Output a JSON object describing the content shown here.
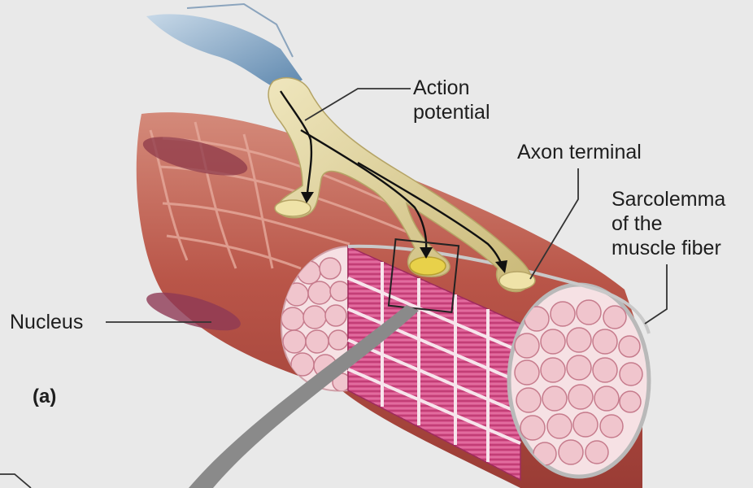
{
  "diagram": {
    "labels": {
      "action_potential": [
        "Action",
        "potential"
      ],
      "axon_terminal": "Axon terminal",
      "sarcolemma": [
        "Sarcolemma",
        "of the",
        "muscle fiber"
      ],
      "nucleus": "Nucleus",
      "panel": "(a)"
    },
    "colors": {
      "background": "#e9e9e9",
      "muscle": "#b8534a",
      "muscle_highlight": "#d88a7c",
      "myofibril_cross_section": "#f1c9d0",
      "myofibril_side": "#d24a86",
      "nerve": "#dccf9c",
      "nerve_sheath": "#8fb0cc",
      "axon_terminal": "#e8d14a",
      "leader_line": "#333333",
      "pointer": "#8a8a8a"
    }
  }
}
